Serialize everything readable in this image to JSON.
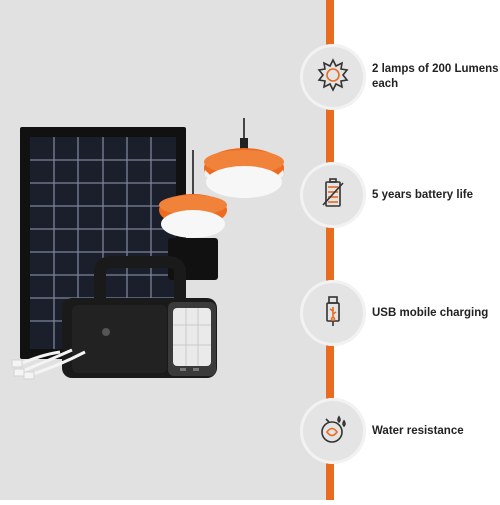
{
  "colors": {
    "accent": "#e96b1f",
    "background": "#e1e1e1",
    "panel": "#ffffff"
  },
  "features": [
    {
      "icon": "sun-icon",
      "label": "2 lamps of 200 Lumens each"
    },
    {
      "icon": "battery-icon",
      "label": "5 years battery life"
    },
    {
      "icon": "usb-icon",
      "label": "USB mobile charging"
    },
    {
      "icon": "water-drop-icon",
      "label": "Water resistance"
    }
  ]
}
